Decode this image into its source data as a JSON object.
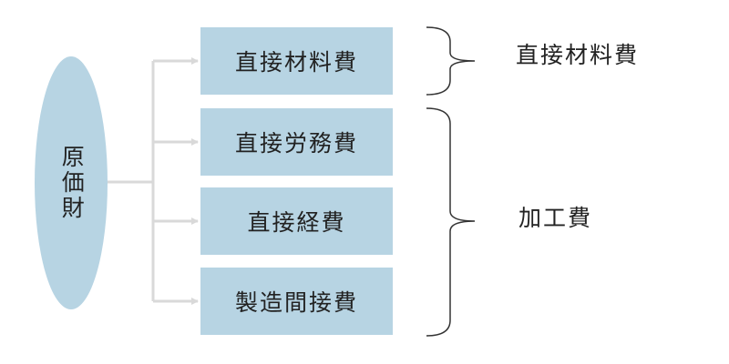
{
  "diagram": {
    "root": {
      "label": "原価財"
    },
    "items": [
      {
        "label": "直接材料費"
      },
      {
        "label": "直接労務費"
      },
      {
        "label": "直接経費"
      },
      {
        "label": "製造間接費"
      }
    ],
    "categories": [
      {
        "label": "直接材料費"
      },
      {
        "label": "加工費"
      }
    ],
    "colors": {
      "shape_fill": "#b7d4e3",
      "connector": "#d9d9d9",
      "brace": "#333333"
    }
  }
}
